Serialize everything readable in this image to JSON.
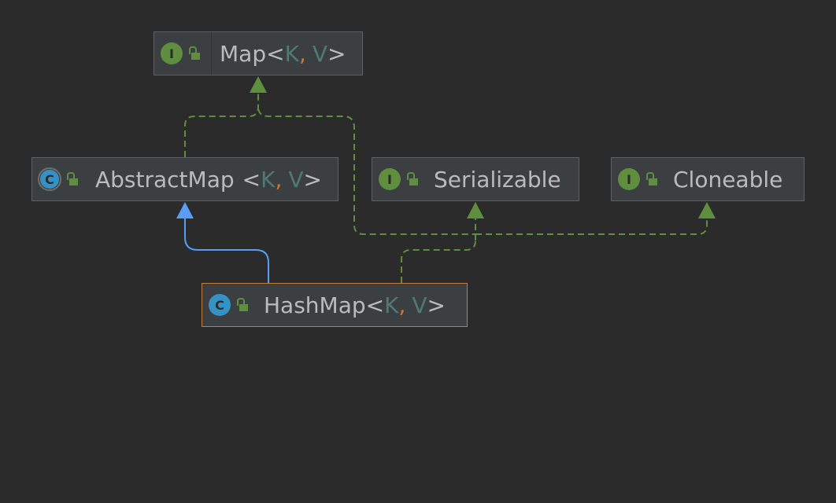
{
  "diagram": {
    "background": "#2b2b2b",
    "colors": {
      "node_fill": "#3c3f41",
      "node_border": "#5e6163",
      "selected_border": "#c27d3d",
      "implements_edge": "#5e8e3e",
      "extends_edge": "#589df6",
      "interface_icon": "#5e8e3e",
      "class_icon": "#3592c4",
      "type_param": "#507874",
      "comma": "#cc7832"
    },
    "nodes": [
      {
        "id": "map",
        "kind": "interface",
        "kind_letter": "I",
        "icon": "interface-icon",
        "visibility_icon": "public-lock-icon",
        "name": "Map",
        "open": "<",
        "param1": "K",
        "comma": ",",
        "param2": "V",
        "close": ">"
      },
      {
        "id": "abstractmap",
        "kind": "abstract-class",
        "kind_letter": "C",
        "icon": "abstract-class-icon",
        "visibility_icon": "public-lock-icon",
        "name": "AbstractMap",
        "open": "<",
        "param1": "K",
        "comma": ",",
        "param2": "V",
        "close": ">"
      },
      {
        "id": "serializable",
        "kind": "interface",
        "kind_letter": "I",
        "icon": "interface-icon",
        "visibility_icon": "public-lock-icon",
        "name": "Serializable"
      },
      {
        "id": "cloneable",
        "kind": "interface",
        "kind_letter": "I",
        "icon": "interface-icon",
        "visibility_icon": "public-lock-icon",
        "name": "Cloneable"
      },
      {
        "id": "hashmap",
        "kind": "class",
        "kind_letter": "C",
        "icon": "class-icon",
        "visibility_icon": "public-lock-icon",
        "name": "HashMap",
        "open": "<",
        "param1": "K",
        "comma": ",",
        "param2": "V",
        "close": ">",
        "selected": true
      }
    ],
    "edges": [
      {
        "from": "abstractmap",
        "to": "map",
        "type": "implements",
        "style": "dashed"
      },
      {
        "from": "hashmap",
        "to": "map",
        "type": "implements",
        "style": "dashed"
      },
      {
        "from": "hashmap",
        "to": "serializable",
        "type": "implements",
        "style": "dashed"
      },
      {
        "from": "hashmap",
        "to": "cloneable",
        "type": "implements",
        "style": "dashed"
      },
      {
        "from": "hashmap",
        "to": "abstractmap",
        "type": "extends",
        "style": "solid"
      }
    ]
  }
}
